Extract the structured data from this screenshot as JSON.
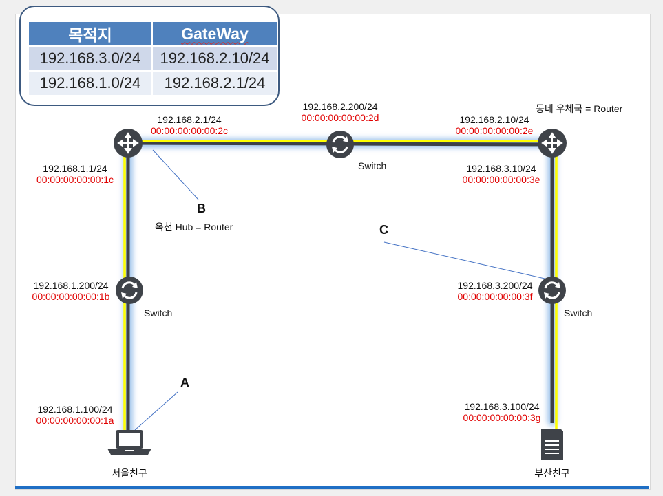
{
  "routing_table": {
    "header_dest": "목적지",
    "header_gateway": "GateWay",
    "rows": [
      {
        "dest": "192.168.3.0/24",
        "gateway": "192.168.2.10/24"
      },
      {
        "dest": "192.168.1.0/24",
        "gateway": "192.168.2.1/24"
      }
    ]
  },
  "left_router": {
    "wan_ip": "192.168.2.1/24",
    "wan_mac": "00:00:00:00:00:2c",
    "lan_ip": "192.168.1.1/24",
    "lan_mac": "00:00:00:00:00:1c",
    "label": "옥천 Hub = Router"
  },
  "top_switch": {
    "ip": "192.168.2.200/24",
    "mac": "00:00:00:00:00:2d",
    "label": "Switch"
  },
  "right_router": {
    "label": "동네 우체국 = Router",
    "wan_ip": "192.168.2.10/24",
    "wan_mac": "00:00:00:00:00:2e",
    "lan_ip": "192.168.3.10/24",
    "lan_mac": "00:00:00:00:00:3e"
  },
  "left_switch": {
    "ip": "192.168.1.200/24",
    "mac": "00:00:00:00:00:1b",
    "label": "Switch"
  },
  "right_switch": {
    "ip": "192.168.3.200/24",
    "mac": "00:00:00:00:00:3f",
    "label": "Switch"
  },
  "laptop": {
    "ip": "192.168.1.100/24",
    "mac": "00:00:00:00:00:1a",
    "label": "서울친구"
  },
  "server": {
    "ip": "192.168.3.100/24",
    "mac": "00:00:00:00:00:3g",
    "label": "부산친구"
  },
  "callouts": {
    "a": "A",
    "b": "B",
    "c": "C"
  },
  "colors": {
    "path": "#ffff00",
    "glow": "#9ec3ea",
    "mac": "#e00000",
    "table_header": "#4f81bd"
  },
  "icons": [
    "router-icon",
    "switch-icon",
    "laptop-icon",
    "server-icon"
  ]
}
